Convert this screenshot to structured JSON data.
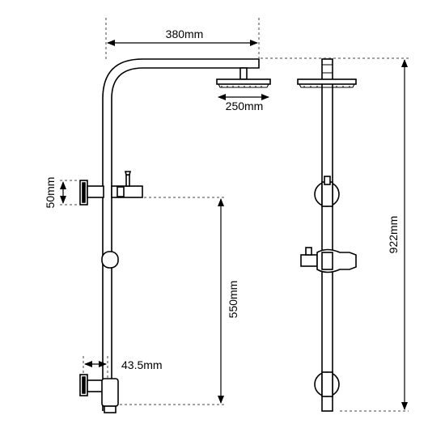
{
  "dimensions": {
    "width_top": "380mm",
    "head_diameter": "250mm",
    "bracket_height": "50mm",
    "rail_length": "550mm",
    "total_height": "922mm",
    "inlet_offset": "43.5mm"
  },
  "colors": {
    "line": "#000000",
    "dim_line": "#444444",
    "background": "#ffffff"
  }
}
